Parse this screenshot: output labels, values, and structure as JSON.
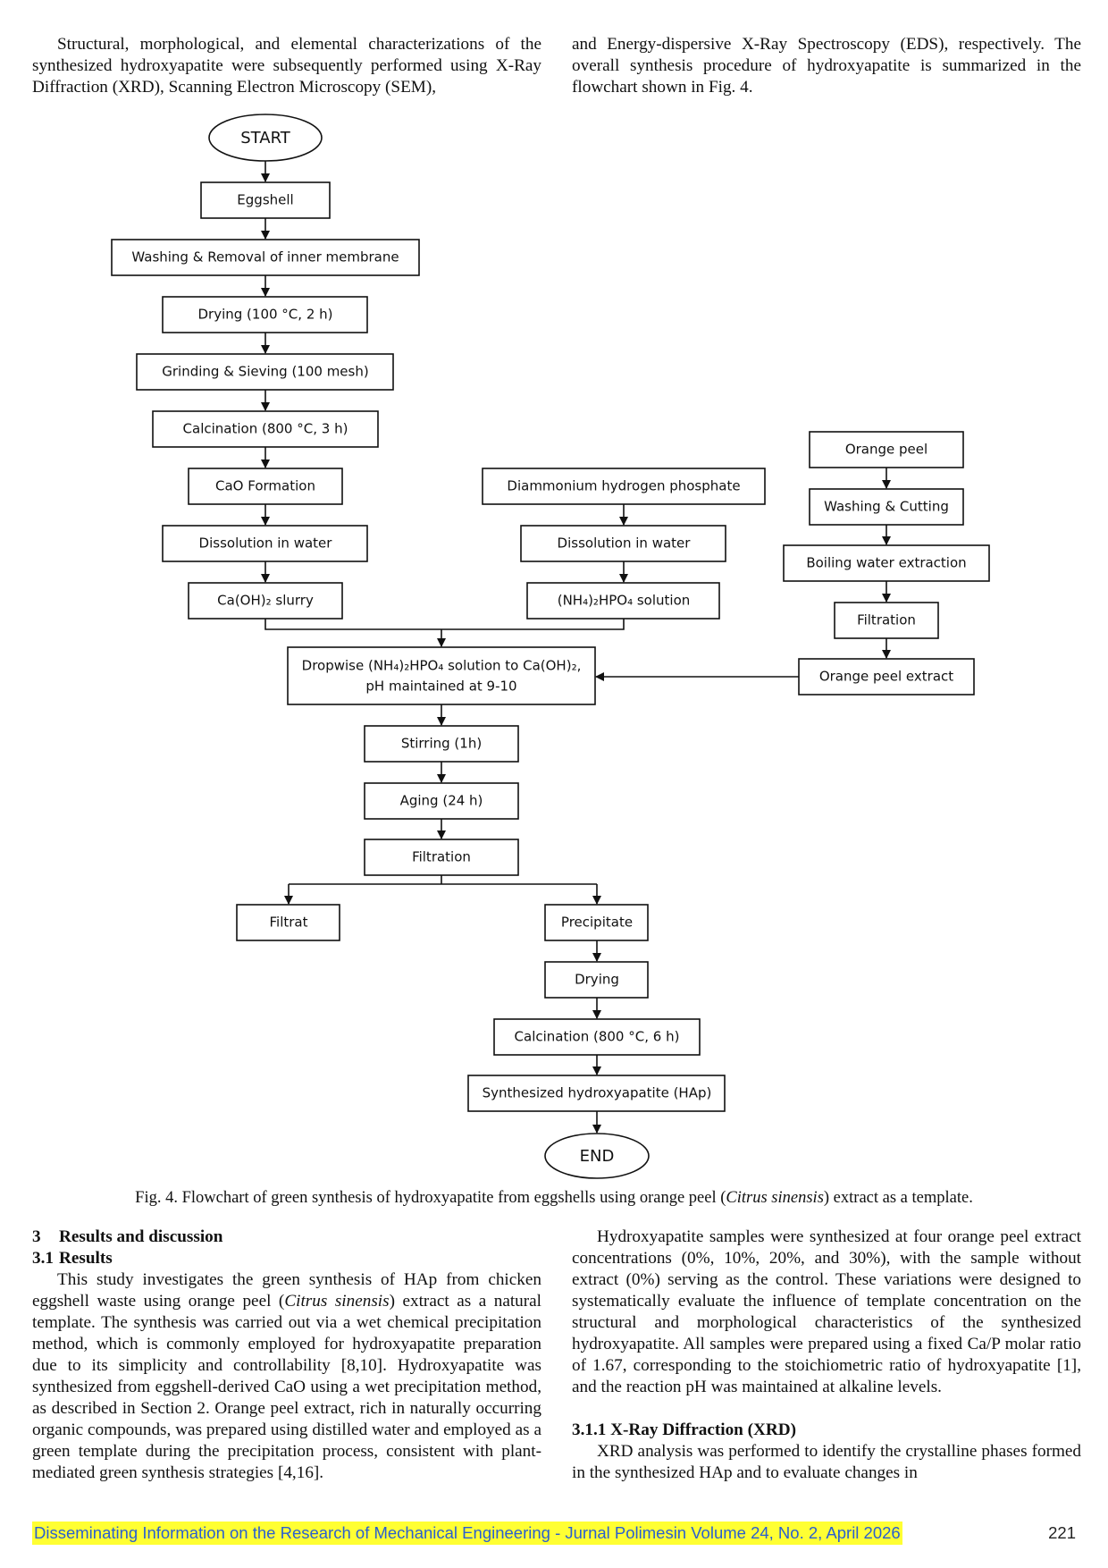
{
  "top_left_text": "Structural, morphological, and elemental characterizations of the synthesized hydroxyapatite were subsequently performed using X-Ray Diffraction (XRD), Scanning Electron Microscopy (SEM),",
  "top_right_text": "and Energy-dispersive X-Ray Spectroscopy (EDS), respectively. The overall synthesis procedure of hydroxyapatite is summarized in the flowchart shown in Fig. 4.",
  "flowchart": {
    "start": "START",
    "end": "END",
    "eggshell": "Eggshell",
    "washing_membrane": "Washing & Removal of inner membrane",
    "drying_100": "Drying (100 °C, 2 h)",
    "grinding": "Grinding & Sieving (100 mesh)",
    "calcination_3h": "Calcination (800 °C, 3 h)",
    "cao": "CaO Formation",
    "dissolution_left": "Dissolution in water",
    "caoh2": "Ca(OH)₂ slurry",
    "dap": "Diammonium hydrogen phosphate",
    "dissolution_mid": "Dissolution in water",
    "nh4_solution": "(NH₄)₂HPO₄ solution",
    "orange_peel": "Orange peel",
    "washing_cutting": "Washing & Cutting",
    "boiling": "Boiling water extraction",
    "filtration_right": "Filtration",
    "extract": "Orange peel extract",
    "dropwise_line1": "Dropwise (NH₄)₂HPO₄ solution to Ca(OH)₂,",
    "dropwise_line2": "pH maintained at 9-10",
    "stirring": "Stirring (1h)",
    "aging": "Aging (24 h)",
    "filtration_main": "Filtration",
    "filtrat": "Filtrat",
    "precipitate": "Precipitate",
    "drying_final": "Drying",
    "calcination_6h": "Calcination (800 °C, 6 h)",
    "hap": "Synthesized hydroxyapatite (HAp)"
  },
  "caption": {
    "prefix": "Fig. 4. Flowchart of green synthesis of hydroxyapatite from eggshells using orange peel (",
    "italic": "Citrus sinensis",
    "suffix": ") extract as a template."
  },
  "section": {
    "num": "3",
    "title": "Results and discussion"
  },
  "subsection": {
    "num": "3.1",
    "title": "Results"
  },
  "results_para": {
    "part1": "This study investigates the green synthesis of HAp from chicken eggshell waste using orange peel (",
    "italic": "Citrus sinensis",
    "part2": ") extract as a natural template. The synthesis was carried out via a wet chemical precipitation method, which is commonly employed for hydroxyapatite preparation due to its simplicity and controllability [8,10]. Hydroxyapatite was synthesized from eggshell-derived CaO using a wet precipitation method, as described in Section 2. Orange peel extract, rich in naturally occurring organic compounds, was prepared using distilled water and employed as a green template during the precipitation process, consistent with plant-mediated green synthesis strategies [4,16]."
  },
  "right_para": "Hydroxyapatite samples were synthesized at four orange peel extract concentrations (0%, 10%, 20%, and 30%), with the sample without extract (0%) serving as the control. These variations were designed to systematically evaluate the influence of template concentration on the structural and morphological characteristics of the synthesized hydroxyapatite. All samples were prepared using a fixed Ca/P molar ratio of 1.67, corresponding to the stoichiometric ratio of hydroxyapatite [1], and the reaction pH was maintained at alkaline levels.",
  "subsubsection": {
    "num": "3.1.1",
    "title": "X-Ray Diffraction (XRD)"
  },
  "xrd_para": "XRD analysis was performed to identify the crystalline phases formed in the synthesized HAp and to evaluate changes in",
  "footer": "Disseminating Information on the Research of Mechanical Engineering - Jurnal Polimesin Volume 24, No. 2, April 2026",
  "page_number": "221",
  "colors": {
    "footer_bg": "#ffff33",
    "footer_text": "#2a5fd0"
  }
}
